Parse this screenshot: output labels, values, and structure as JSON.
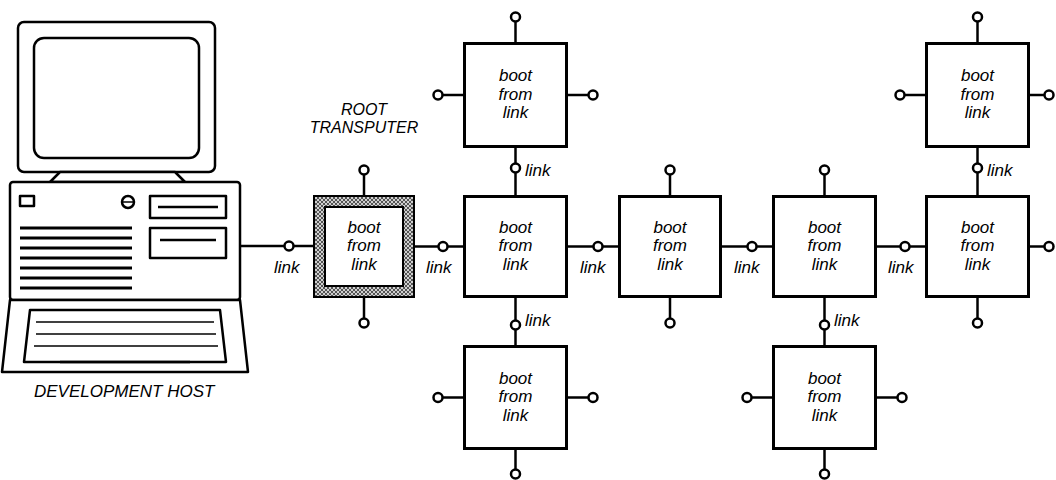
{
  "diagram": {
    "nodes": [
      {
        "text": [
          "ROOT TRANSPUTER",
          "boot from link"
        ]
      },
      {
        "text": [
          "boot from link"
        ]
      },
      {
        "text": [
          "boot from link"
        ]
      },
      {
        "text": [
          "boot from link"
        ]
      },
      {
        "text": [
          "boot from link"
        ]
      },
      {
        "text": [
          "boot from link"
        ]
      },
      {
        "text": [
          "boot from link"
        ]
      },
      {
        "text": [
          "boot from link"
        ]
      },
      {
        "text": [
          "boot from link"
        ]
      }
    ],
    "edges": [
      {
        "from": 0,
        "to": 2,
        "arrow": "none",
        "label": "link"
      },
      {
        "from": 2,
        "to": 1,
        "arrow": "none",
        "label": "link"
      },
      {
        "from": 2,
        "to": 3,
        "arrow": "none",
        "label": "link"
      },
      {
        "from": 2,
        "to": 4,
        "arrow": "none",
        "label": "link"
      },
      {
        "from": 4,
        "to": 5,
        "arrow": "none",
        "label": "link"
      },
      {
        "from": 5,
        "to": 6,
        "arrow": "none",
        "label": "link"
      },
      {
        "from": 5,
        "to": 8,
        "arrow": "none",
        "label": "link"
      },
      {
        "from": 8,
        "to": 7,
        "arrow": "none",
        "label": "link"
      }
    ],
    "labels": [
      "DEVELOPMENT HOST",
      "link"
    ]
  }
}
